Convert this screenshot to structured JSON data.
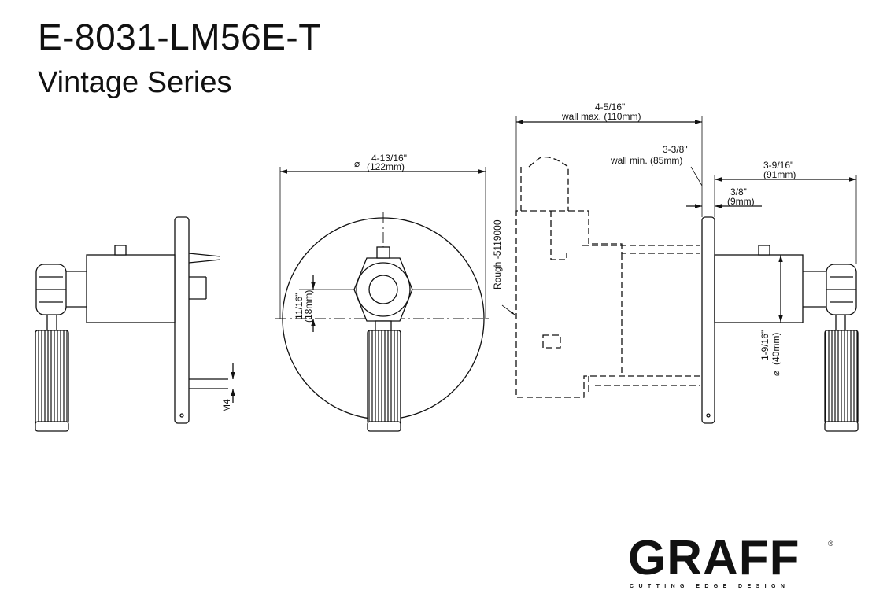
{
  "header": {
    "model_number": "E-8031-LM56E-T",
    "series": "Vintage Series"
  },
  "dimensions": {
    "plate_diameter_in": "4-13/16\"",
    "plate_diameter_mm": "(122mm)",
    "center_offset_in": "11/16\"",
    "center_offset_mm": "(18mm)",
    "thread_label": "M4",
    "rough_label": "Rough -5119000",
    "wall_max_in": "4-5/16\"",
    "wall_max_label": "wall max. (110mm)",
    "wall_min_in": "3-3/8\"",
    "wall_min_label": "wall min. (85mm)",
    "projection_in": "3-9/16\"",
    "projection_mm": "(91mm)",
    "plate_thickness_in": "3/8\"",
    "plate_thickness_mm": "(9mm)",
    "body_diameter_in": "1-9/16\"",
    "body_diameter_mm": "(40mm)",
    "diameter_symbol": "⌀"
  },
  "brand": {
    "name": "GRAFF",
    "registered": "®",
    "tagline": "CUTTING EDGE DESIGN"
  }
}
